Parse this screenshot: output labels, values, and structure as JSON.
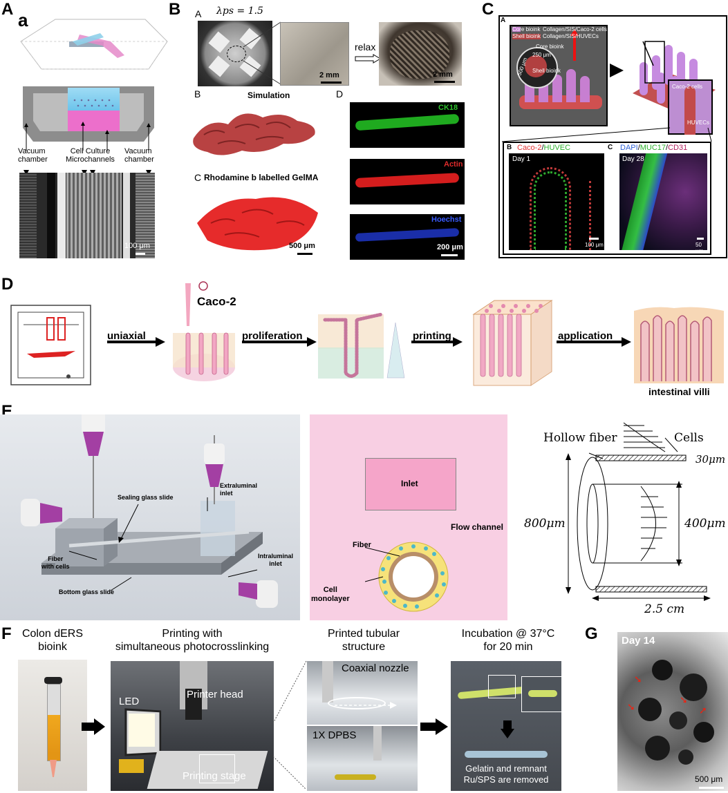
{
  "panelA": {
    "letter": "A",
    "sub": "a",
    "labels": {
      "vac_left": "Vacuum\nchamber",
      "cell_culture": "Cell Culture\nMicrochannels",
      "vac_right": "Vacuum\nchamber"
    },
    "scale": "100 μm"
  },
  "panelB": {
    "letter": "B",
    "subA": "A",
    "lambda": "λps = 1.5",
    "relax": "relax",
    "scale1": "2 mm",
    "scale2": "2 mm",
    "subB": "B",
    "simulation": "Simulation",
    "subC": "C",
    "rhodamine": "Rhodamine b labelled GelMA",
    "scale3": "500 μm",
    "subD": "D",
    "stains": [
      "CK18",
      "Actin",
      "Hoechst"
    ],
    "scale4": "200 μm"
  },
  "panelC": {
    "letter": "C",
    "subA": "A",
    "core_key": "Core bioink",
    "core_desc": "Collagen/SIS/Caco-2 cells",
    "shell_key": "Shell bioink",
    "shell_desc": "Collagen/SIS/HUVECs",
    "core_label": "Core bioink",
    "dim250": "250 μm",
    "dim500": "500 μm",
    "shell_label": "Shell bioink",
    "caco_label": "Caco-2 cells",
    "huvec_label": "HUVECs",
    "subB": "B",
    "b_title_1": "Caco-2",
    "b_title_sep": "/",
    "b_title_2": "HUVEC",
    "b_day": "Day 1",
    "b_scale": "100 μm",
    "subC": "C",
    "c_title_1": "DAPI",
    "c_title_sep1": "/",
    "c_title_2": "MUC17",
    "c_title_sep2": "/",
    "c_title_3": "CD31",
    "c_day": "Day 28",
    "c_scale": "50 μm"
  },
  "panelD": {
    "letter": "D",
    "caco": "Caco-2",
    "steps": [
      "uniaxial",
      "proliferation",
      "printing",
      "application"
    ],
    "villi": "intestinal villi"
  },
  "panelE": {
    "letter": "E",
    "labels": {
      "sealing": "Sealing glass slide",
      "extraluminal": "Extraluminal\ninlet",
      "intraluminal": "Intraluminal\ninlet",
      "fiber_cells": "Fiber\nwith cells",
      "bottom": "Bottom glass slide"
    },
    "mid": {
      "inlet": "Inlet",
      "flow": "Flow channel",
      "fiber": "Fiber",
      "monolayer": "Cell\nmonolayer"
    },
    "right": {
      "hollow": "Hollow fiber",
      "cells": "Cells",
      "d30": "30μm",
      "d800": "800μm",
      "d400": "400μm",
      "d25": "2.5 cm"
    }
  },
  "panelF": {
    "letter": "F",
    "captions": [
      "Colon dERS\nbioink",
      "Printing with\nsimultaneous photocrosslinking",
      "Printed tubular\nstructure",
      "Incubation @ 37°C\nfor 20 min"
    ],
    "led": "LED",
    "printer_head": "Printer head",
    "printing_stage": "Printing stage",
    "coaxial": "Coaxial nozzle",
    "dpbs": "1X DPBS",
    "removed": "Gelatin and remnant\nRu/SPS are removed"
  },
  "panelG": {
    "letter": "G",
    "day": "Day 14",
    "scale": "500 μm"
  }
}
